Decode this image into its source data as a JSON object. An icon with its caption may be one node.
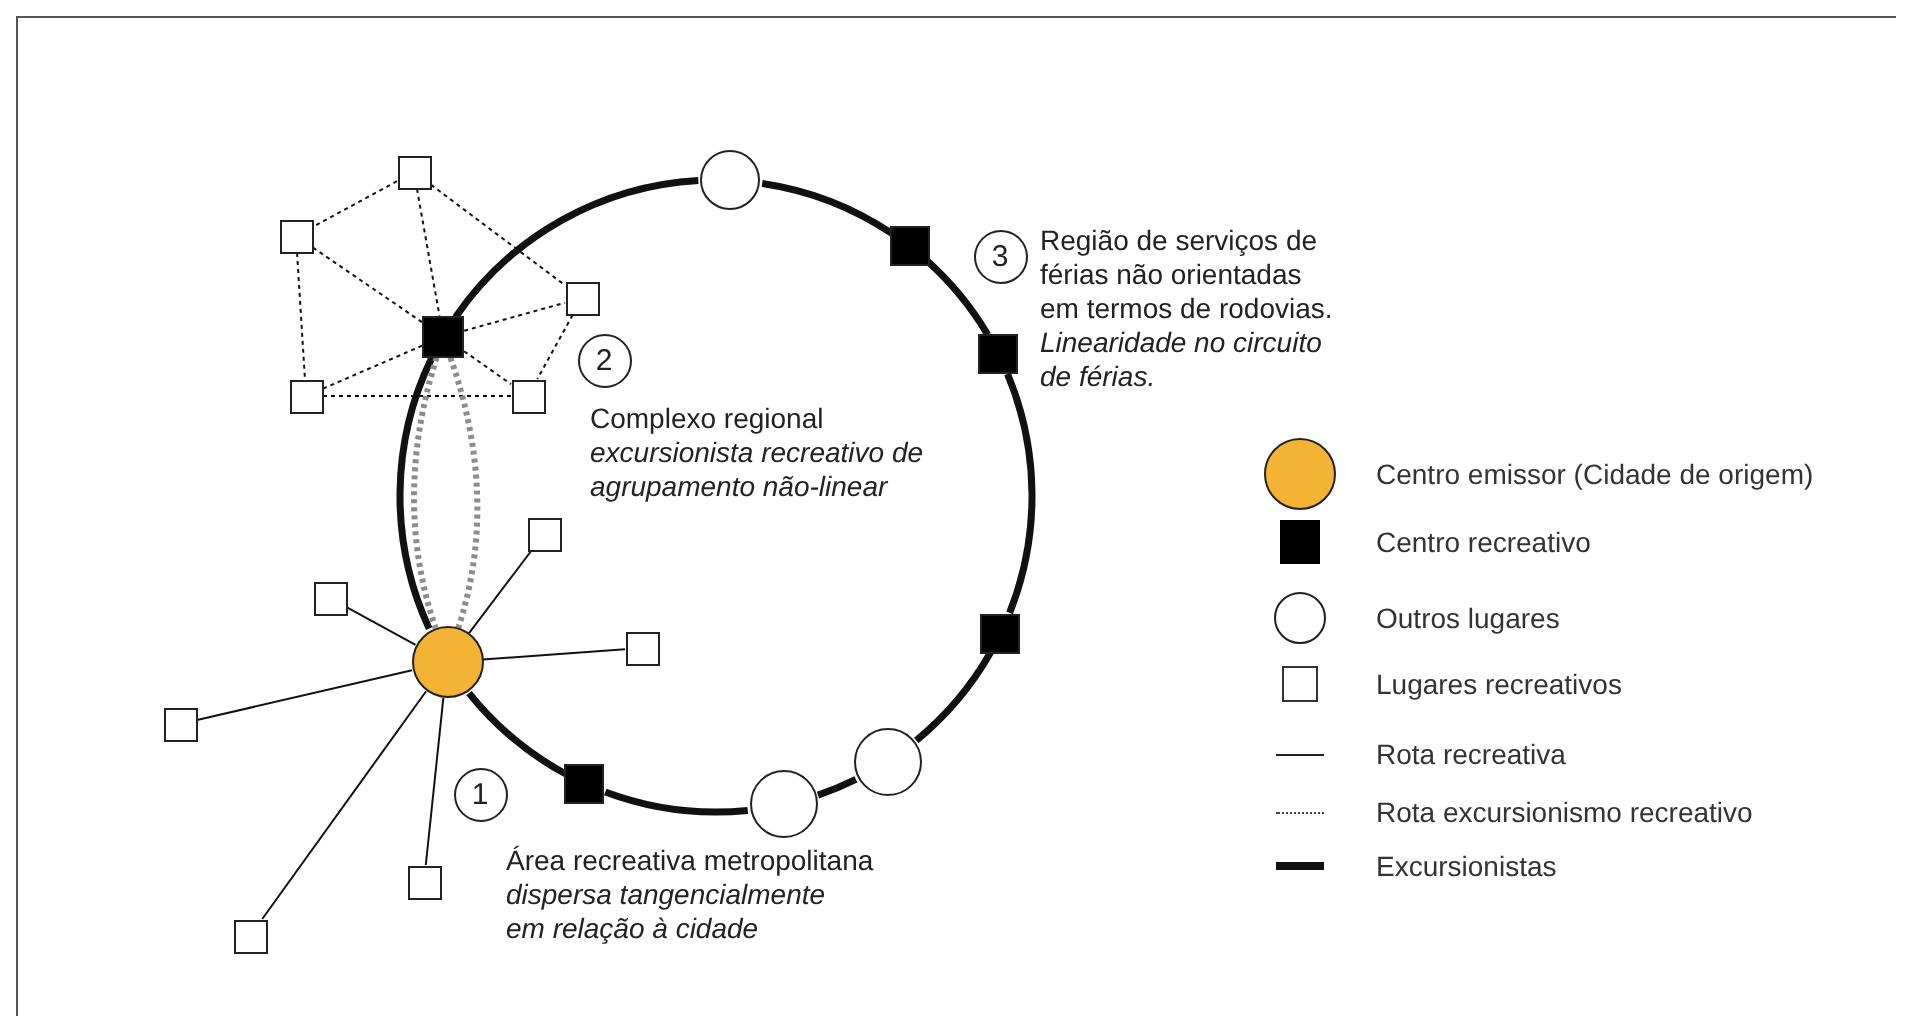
{
  "diagram": {
    "nodes": [
      {
        "text": [],
        "shape": "box"
      },
      {
        "text": [],
        "shape": "box"
      },
      {
        "text": [],
        "shape": "circle"
      },
      {
        "text": [],
        "shape": "box"
      },
      {
        "text": [
          "3"
        ],
        "beside": [
          "Região de serviços de férias não orientadas em termos de rodovias.",
          "Linearidade no circuito de férias."
        ]
      },
      {
        "text": [],
        "shape": "box"
      },
      {
        "text": [],
        "shape": "box"
      },
      {
        "text": [],
        "shape": "box"
      },
      {
        "text": [
          "2"
        ],
        "beside": [
          "Complexo regional",
          "excursionista recreativo de agrupamento não-linear"
        ]
      },
      {
        "text": [],
        "shape": "box"
      },
      {
        "text": [],
        "shape": "box"
      },
      {
        "text": [],
        "shape": "box"
      },
      {
        "text": [],
        "shape": "box"
      },
      {
        "text": [],
        "shape": "box"
      },
      {
        "text": [],
        "shape": "circle"
      },
      {
        "text": [],
        "shape": "box"
      },
      {
        "text": [],
        "shape": "box"
      },
      {
        "text": [],
        "shape": "circle"
      },
      {
        "text": [],
        "shape": "box"
      },
      {
        "text": [
          "1"
        ],
        "beside": [
          "Área recreativa metropolitana",
          "dispersa tangencialmente em relação à cidade"
        ]
      },
      {
        "text": [],
        "shape": "circle"
      },
      {
        "text": [],
        "shape": "box"
      },
      {
        "text": [],
        "shape": "box"
      }
    ],
    "edges": [
      {
        "from": 0,
        "to": 1,
        "arrow": "none",
        "style": "dashed"
      },
      {
        "from": 0,
        "to": 5,
        "arrow": "none",
        "style": "dashed"
      },
      {
        "from": 0,
        "to": 6,
        "arrow": "none",
        "style": "dashed"
      },
      {
        "from": 1,
        "to": 5,
        "arrow": "none",
        "style": "dashed"
      },
      {
        "from": 1,
        "to": 9,
        "arrow": "none",
        "style": "dashed"
      },
      {
        "from": 5,
        "to": 6,
        "arrow": "none",
        "style": "dashed"
      },
      {
        "from": 5,
        "to": 9,
        "arrow": "none",
        "style": "dashed"
      },
      {
        "from": 5,
        "to": 10,
        "arrow": "none",
        "style": "dashed"
      },
      {
        "from": 6,
        "to": 10,
        "arrow": "none",
        "style": "dashed"
      },
      {
        "from": 9,
        "to": 10,
        "arrow": "none",
        "style": "dashed"
      },
      {
        "from": 14,
        "to": 11,
        "arrow": "none"
      },
      {
        "from": 14,
        "to": 12,
        "arrow": "none"
      },
      {
        "from": 14,
        "to": 13,
        "arrow": "none"
      },
      {
        "from": 14,
        "to": 16,
        "arrow": "none"
      },
      {
        "from": 14,
        "to": 21,
        "arrow": "none"
      },
      {
        "from": 14,
        "to": 22,
        "arrow": "none"
      },
      {
        "from": 5,
        "to": 2,
        "arrow": "none",
        "style": "thick"
      },
      {
        "from": 2,
        "to": 3,
        "arrow": "none",
        "style": "thick"
      },
      {
        "from": 3,
        "to": 7,
        "arrow": "none",
        "style": "thick"
      },
      {
        "from": 7,
        "to": 15,
        "arrow": "none",
        "style": "thick"
      },
      {
        "from": 15,
        "to": 17,
        "arrow": "none",
        "style": "thick"
      },
      {
        "from": 17,
        "to": 20,
        "arrow": "none",
        "style": "thick"
      },
      {
        "from": 20,
        "to": 18,
        "arrow": "none",
        "style": "thick"
      },
      {
        "from": 18,
        "to": 14,
        "arrow": "none",
        "style": "thick"
      },
      {
        "from": 14,
        "to": 5,
        "arrow": "none",
        "style": "thick"
      },
      {
        "from": 5,
        "to": 14,
        "arrow": "none",
        "style": "dashed",
        "color": "#8c8c8c"
      },
      {
        "from": 5,
        "to": 14,
        "arrow": "none",
        "style": "dashed",
        "color": "#8c8c8c"
      }
    ],
    "legend": [
      {
        "text": "Centro emissor (Cidade de origem)",
        "color": "#f5b335"
      },
      {
        "text": "Centro recreativo",
        "color": "#000000"
      },
      {
        "text": "Outros lugares"
      },
      {
        "text": "Lugares recreativos"
      },
      {
        "text": "Rota recreativa"
      },
      {
        "text": "Rota excursionismo recreativo"
      },
      {
        "text": "Excursionistas"
      }
    ]
  }
}
